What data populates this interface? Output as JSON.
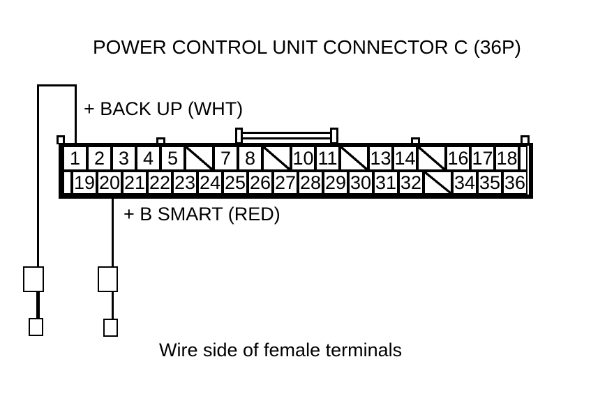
{
  "title": "POWER CONTROL UNIT CONNECTOR C (36P)",
  "labels": {
    "back_up": "+ BACK UP (WHT)",
    "b_smart": "+ B SMART (RED)",
    "caption": "Wire side of female terminals"
  },
  "connector": {
    "name": "Power Control Unit Connector C",
    "pin_count_label": "36P",
    "rows": [
      {
        "cells": [
          {
            "type": "pin",
            "label": "1"
          },
          {
            "type": "pin",
            "label": "2"
          },
          {
            "type": "pin",
            "label": "3"
          },
          {
            "type": "pin",
            "label": "4"
          },
          {
            "type": "pin",
            "label": "5"
          },
          {
            "type": "slash",
            "label": ""
          },
          {
            "type": "pin",
            "label": "7"
          },
          {
            "type": "pin",
            "label": "8"
          },
          {
            "type": "slash",
            "label": ""
          },
          {
            "type": "pin",
            "label": "10"
          },
          {
            "type": "pin",
            "label": "11"
          },
          {
            "type": "slash",
            "label": ""
          },
          {
            "type": "pin",
            "label": "13"
          },
          {
            "type": "pin",
            "label": "14"
          },
          {
            "type": "slash",
            "label": ""
          },
          {
            "type": "pin",
            "label": "16"
          },
          {
            "type": "pin",
            "label": "17"
          },
          {
            "type": "pin",
            "label": "18"
          },
          {
            "type": "blank",
            "label": ""
          }
        ]
      },
      {
        "cells": [
          {
            "type": "blank",
            "label": ""
          },
          {
            "type": "pin",
            "label": "19"
          },
          {
            "type": "pin",
            "label": "20"
          },
          {
            "type": "pin",
            "label": "21"
          },
          {
            "type": "pin",
            "label": "22"
          },
          {
            "type": "pin",
            "label": "23"
          },
          {
            "type": "pin",
            "label": "24"
          },
          {
            "type": "pin",
            "label": "25"
          },
          {
            "type": "pin",
            "label": "26"
          },
          {
            "type": "pin",
            "label": "27"
          },
          {
            "type": "pin",
            "label": "28"
          },
          {
            "type": "pin",
            "label": "29"
          },
          {
            "type": "pin",
            "label": "30"
          },
          {
            "type": "pin",
            "label": "31"
          },
          {
            "type": "pin",
            "label": "32"
          },
          {
            "type": "slash",
            "label": ""
          },
          {
            "type": "pin",
            "label": "34"
          },
          {
            "type": "pin",
            "label": "35"
          },
          {
            "type": "pin",
            "label": "36"
          }
        ]
      }
    ]
  },
  "colors": {
    "line": "#000000",
    "background": "#ffffff"
  }
}
